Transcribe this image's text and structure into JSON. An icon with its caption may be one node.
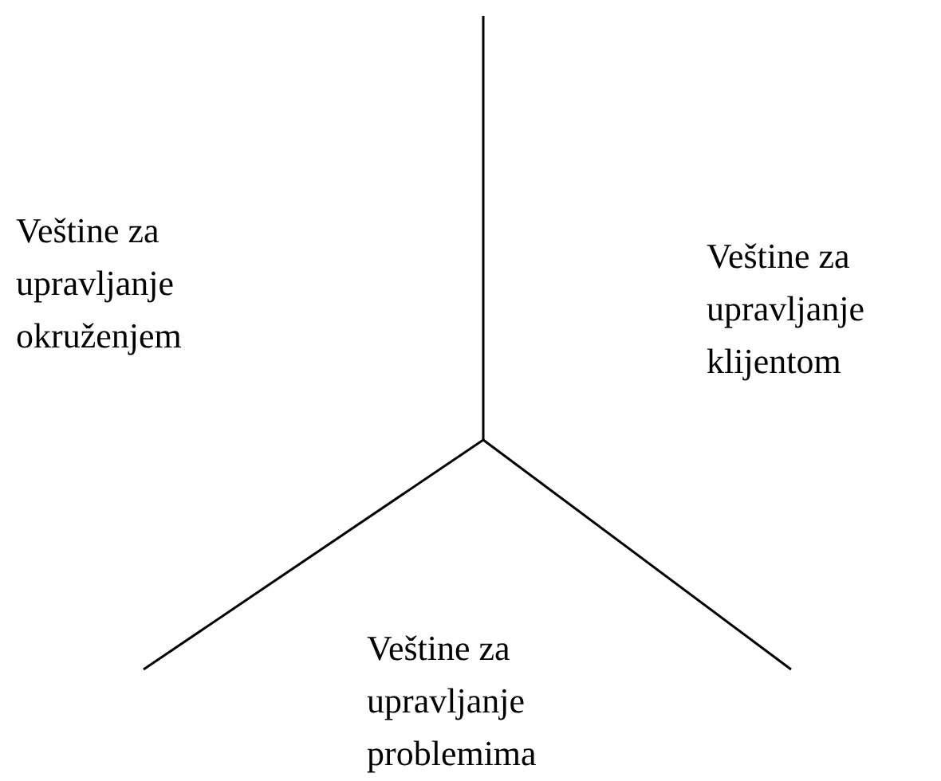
{
  "diagram": {
    "labels": [
      "Veštine za upravljanje okruženjem",
      "Veštine za upravljanje klijentom",
      "Veštine za upravljanje problemima"
    ]
  }
}
